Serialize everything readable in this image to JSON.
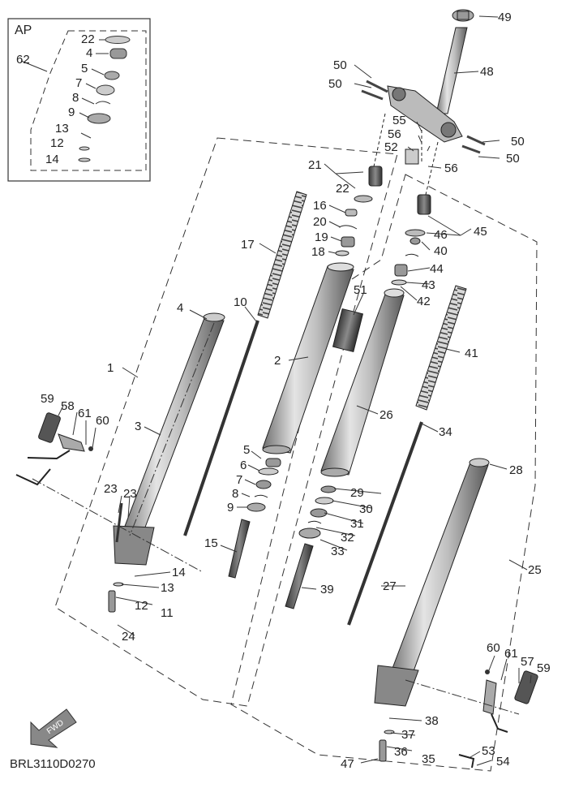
{
  "inset": {
    "tag": "AP"
  },
  "code": "BRL3110D0270",
  "fwd": "FWD",
  "labels": {
    "p1": "1",
    "p2": "2",
    "p3": "3",
    "p4": "4",
    "p4a": "4",
    "p5": "5",
    "p5a": "5",
    "p6": "6",
    "p7": "7",
    "p7a": "7",
    "p8": "8",
    "p8a": "8",
    "p9": "9",
    "p9a": "9",
    "p10": "10",
    "p11": "11",
    "p12": "12",
    "p12a": "12",
    "p13": "13",
    "p13a": "13",
    "p14": "14",
    "p14a": "14",
    "p15": "15",
    "p16": "16",
    "p17": "17",
    "p18": "18",
    "p19": "19",
    "p20": "20",
    "p21": "21",
    "p22": "22",
    "p22a": "22",
    "p23a": "23",
    "p23b": "23",
    "p24": "24",
    "p25": "25",
    "p26": "26",
    "p27": "27",
    "p28": "28",
    "p29": "29",
    "p30": "30",
    "p31": "31",
    "p32": "32",
    "p33": "33",
    "p34": "34",
    "p35": "35",
    "p36": "36",
    "p37": "37",
    "p38": "38",
    "p39": "39",
    "p40": "40",
    "p41": "41",
    "p42": "42",
    "p43": "43",
    "p44": "44",
    "p45": "45",
    "p46": "46",
    "p47": "47",
    "p48": "48",
    "p49": "49",
    "p50a": "50",
    "p50b": "50",
    "p50c": "50",
    "p50d": "50",
    "p51": "51",
    "p52": "52",
    "p53": "53",
    "p54": "54",
    "p55": "55",
    "p56a": "56",
    "p56b": "56",
    "p57": "57",
    "p58": "58",
    "p59a": "59",
    "p59b": "59",
    "p60a": "60",
    "p60b": "60",
    "p61a": "61",
    "p61b": "61",
    "p62": "62"
  }
}
